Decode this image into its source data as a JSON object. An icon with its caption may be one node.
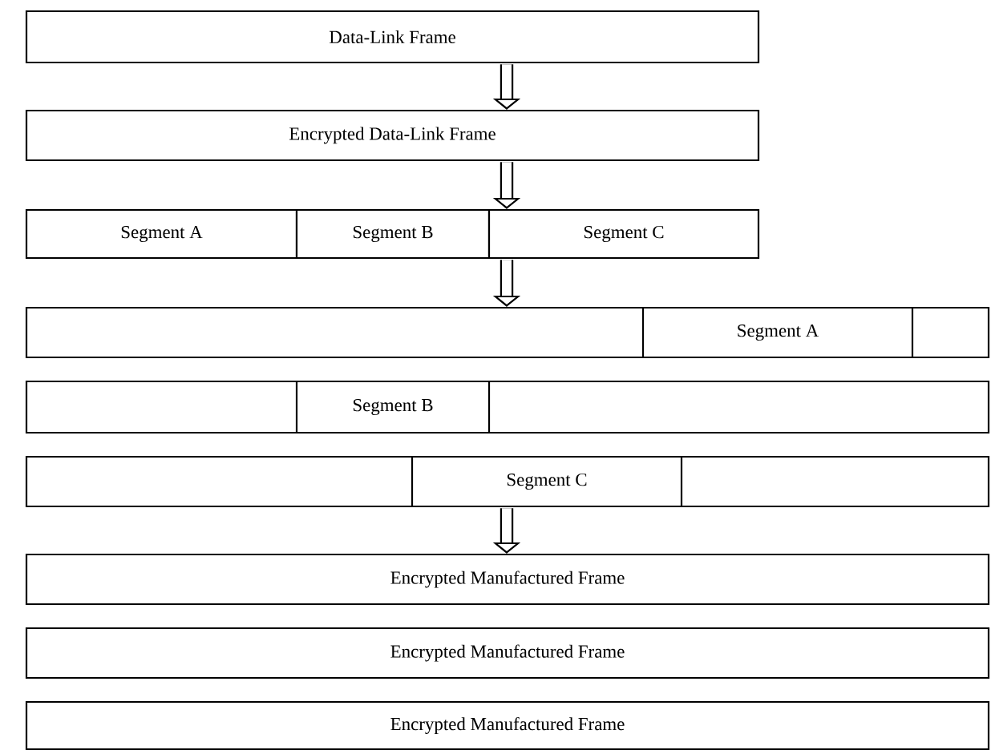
{
  "diagram": {
    "nodes": [
      {
        "text": [
          "Data-Link Frame"
        ]
      },
      {
        "text": [
          "Encrypted Data-Link Frame"
        ]
      },
      {
        "text": [
          "Segment A"
        ]
      },
      {
        "text": [
          "Segment B"
        ]
      },
      {
        "text": [
          "Segment C"
        ]
      },
      {
        "text": [],
        "shape": "bar"
      },
      {
        "text": [
          "Segment A"
        ],
        "in": 5
      },
      {
        "text": [],
        "shape": "bar"
      },
      {
        "text": [
          "Segment B"
        ],
        "in": 7
      },
      {
        "text": [],
        "shape": "bar"
      },
      {
        "text": [
          "Segment C"
        ],
        "in": 9
      },
      {
        "text": [
          "Encrypted Manufactured Frame"
        ]
      },
      {
        "text": [
          "Encrypted Manufactured Frame"
        ]
      },
      {
        "text": [
          "Encrypted Manufactured Frame"
        ]
      }
    ],
    "edges": [
      {
        "from": 0,
        "to": 1,
        "arrow": "to"
      },
      {
        "from": 1,
        "to": 4,
        "arrow": "to"
      },
      {
        "from": 4,
        "to": 5,
        "arrow": "to"
      },
      {
        "from": 10,
        "to": 11,
        "arrow": "to"
      }
    ]
  }
}
